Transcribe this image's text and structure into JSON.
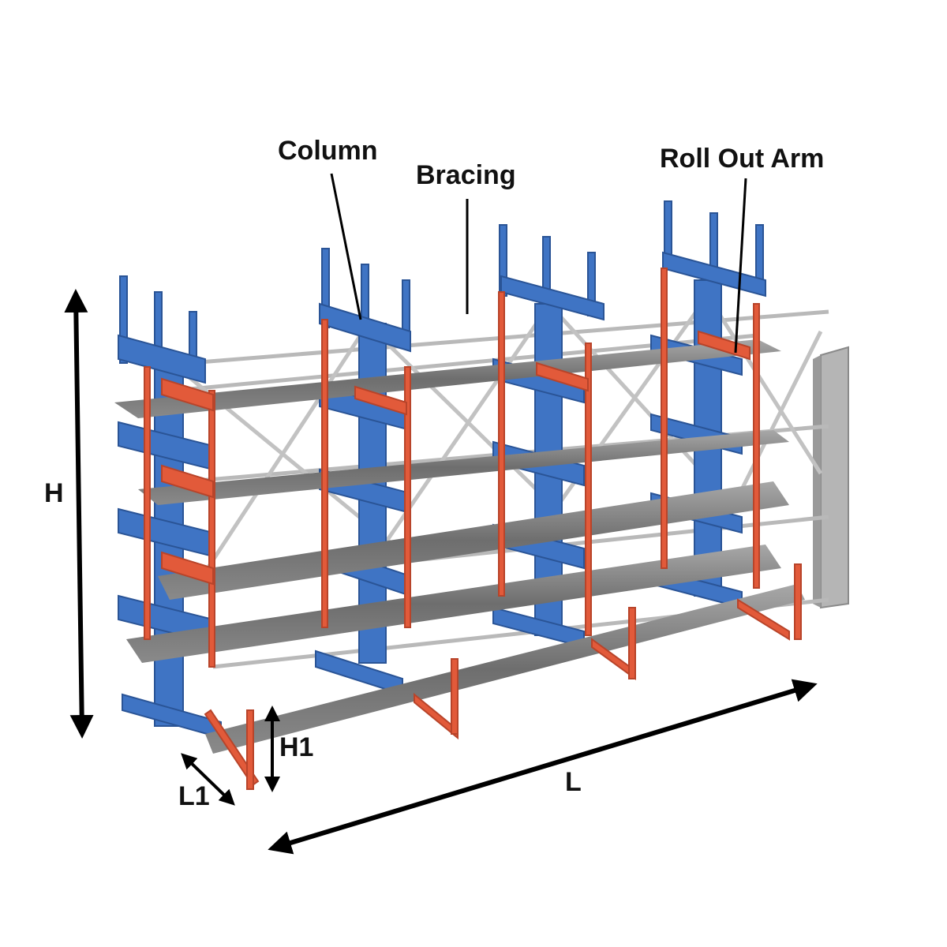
{
  "labels": {
    "column": "Column",
    "bracing": "Bracing",
    "roll_out_arm": "Roll Out Arm",
    "height": "H",
    "arm_height": "H1",
    "arm_length": "L1",
    "length": "L"
  },
  "colors": {
    "column_blue": "#3f74c4",
    "column_blue_dark": "#2a5496",
    "arm_red": "#e25a3a",
    "arm_red_dark": "#b8442a",
    "bar_gray": "#7a7a7a",
    "bracing_gray": "#b9b9b9",
    "arrow_black": "#000000"
  }
}
